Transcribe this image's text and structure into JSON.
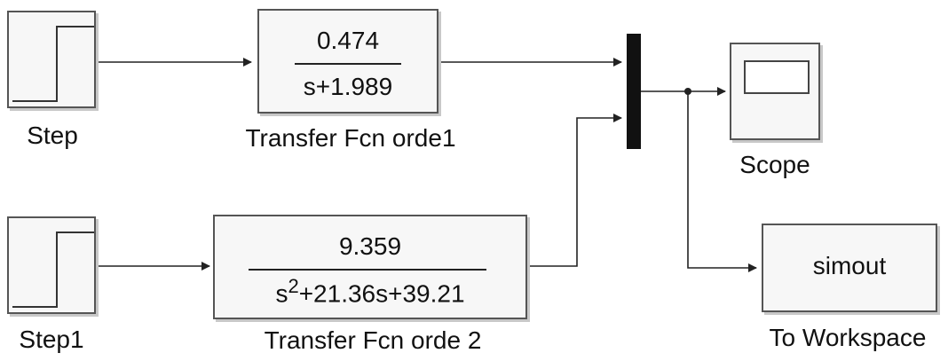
{
  "blocks": {
    "step": {
      "name": "Step",
      "icon": "step-signal-icon"
    },
    "step1": {
      "name": "Step1",
      "icon": "step-signal-icon"
    },
    "tf1": {
      "name": "Transfer Fcn orde1",
      "numerator": "0.474",
      "denominator": "s+1.989"
    },
    "tf2": {
      "name": "Transfer Fcn orde 2",
      "numerator": "9.359",
      "denominator_base": "s",
      "denominator_exp": "2",
      "denominator_rest": "+21.36s+39.21"
    },
    "mux": {
      "icon": "mux-bar"
    },
    "scope": {
      "name": "Scope",
      "icon": "scope-screen-icon"
    },
    "to_workspace": {
      "name": "To Workspace",
      "variable": "simout"
    }
  },
  "colors": {
    "wire": "#222222",
    "block_border": "#555555",
    "block_fill": "#f7f7f7",
    "shadow": "#c8c8c8"
  }
}
